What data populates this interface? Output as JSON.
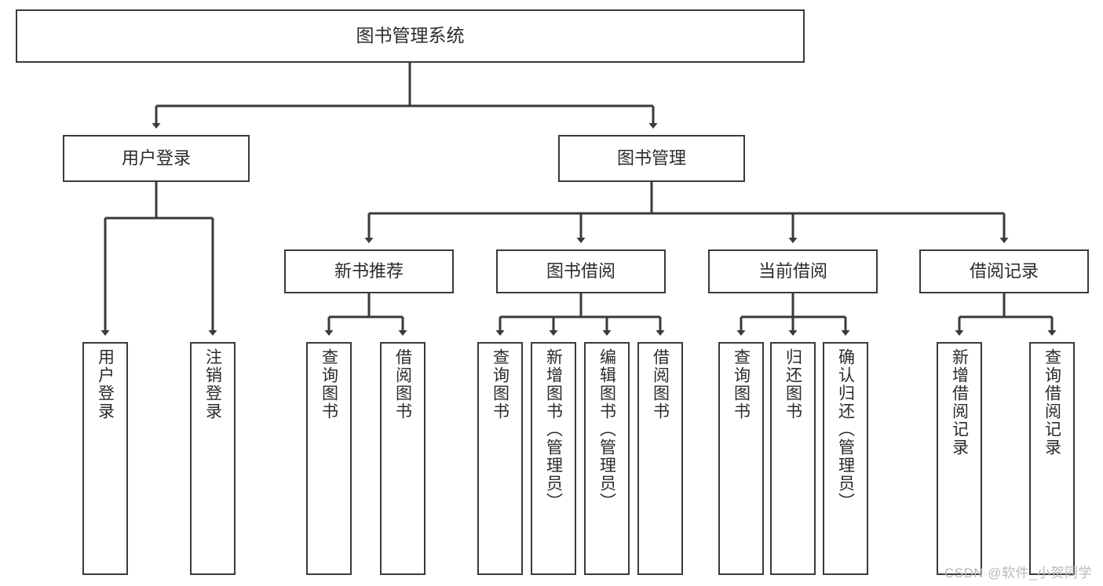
{
  "diagram": {
    "title": "图书管理系统",
    "type": "tree-hierarchy-diagram",
    "watermark": "CSDN @软件_小贺同学",
    "colors": {
      "box_border": "#3a3a3a",
      "box_fill": "#ffffff",
      "connector": "#3a3a3a",
      "text": "#2b2b2b",
      "watermark": "#b9b9b9"
    },
    "root": {
      "label": "图书管理系统"
    },
    "level2": [
      {
        "id": "user-login",
        "label": "用户登录"
      },
      {
        "id": "book-management",
        "label": "图书管理"
      }
    ],
    "level3": [
      {
        "id": "new-book-recommend",
        "label": "新书推荐"
      },
      {
        "id": "book-borrow",
        "label": "图书借阅"
      },
      {
        "id": "current-borrow",
        "label": "当前借阅"
      },
      {
        "id": "borrow-record",
        "label": "借阅记录"
      }
    ],
    "leaves": {
      "user_login": [
        {
          "id": "leaf-user-login",
          "label": "用户登录"
        },
        {
          "id": "leaf-logout-login",
          "label": "注销登录"
        }
      ],
      "new_book_recommend": [
        {
          "id": "leaf-query-book-1",
          "label": "查询图书"
        },
        {
          "id": "leaf-borrow-book-1",
          "label": "借阅图书"
        }
      ],
      "book_borrow": [
        {
          "id": "leaf-query-book-2",
          "label": "查询图书"
        },
        {
          "id": "leaf-add-book-admin",
          "label": "新增图书（管理员）"
        },
        {
          "id": "leaf-edit-book-admin",
          "label": "编辑图书（管理员）"
        },
        {
          "id": "leaf-borrow-book-2",
          "label": "借阅图书"
        }
      ],
      "current_borrow": [
        {
          "id": "leaf-query-book-3",
          "label": "查询图书"
        },
        {
          "id": "leaf-return-book",
          "label": "归还图书"
        },
        {
          "id": "leaf-confirm-return-admin",
          "label": "确认归还（管理员）"
        }
      ],
      "borrow_record": [
        {
          "id": "leaf-add-borrow-record",
          "label": "新增借阅记录"
        },
        {
          "id": "leaf-query-borrow-record",
          "label": "查询借阅记录"
        }
      ]
    }
  }
}
